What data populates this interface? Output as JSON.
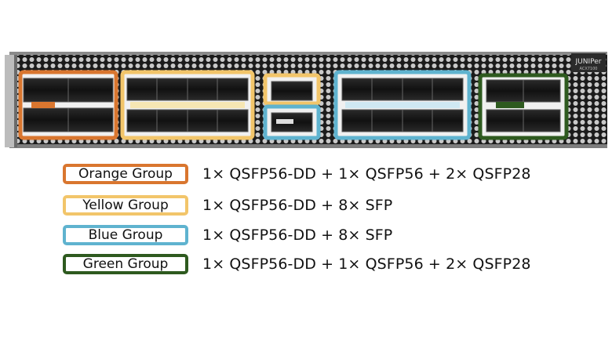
{
  "device": {
    "logo_text": "JUNIPer",
    "model_text": "ACX7100"
  },
  "groups": [
    {
      "key": "orange",
      "label": "Orange Group",
      "description": "1× QSFP56-DD + 1× QSFP56 + 2× QSFP28",
      "color": "#d9762f"
    },
    {
      "key": "yellow",
      "label": "Yellow Group",
      "description": "1× QSFP56-DD + 8× SFP",
      "color": "#f2c56a"
    },
    {
      "key": "blue",
      "label": "Blue Group",
      "description": "1× QSFP56-DD + 8× SFP",
      "color": "#5fb3cf"
    },
    {
      "key": "green",
      "label": "Green Group",
      "description": "1× QSFP56-DD + 1× QSFP56 + 2× QSFP28",
      "color": "#2e5a1f"
    }
  ]
}
